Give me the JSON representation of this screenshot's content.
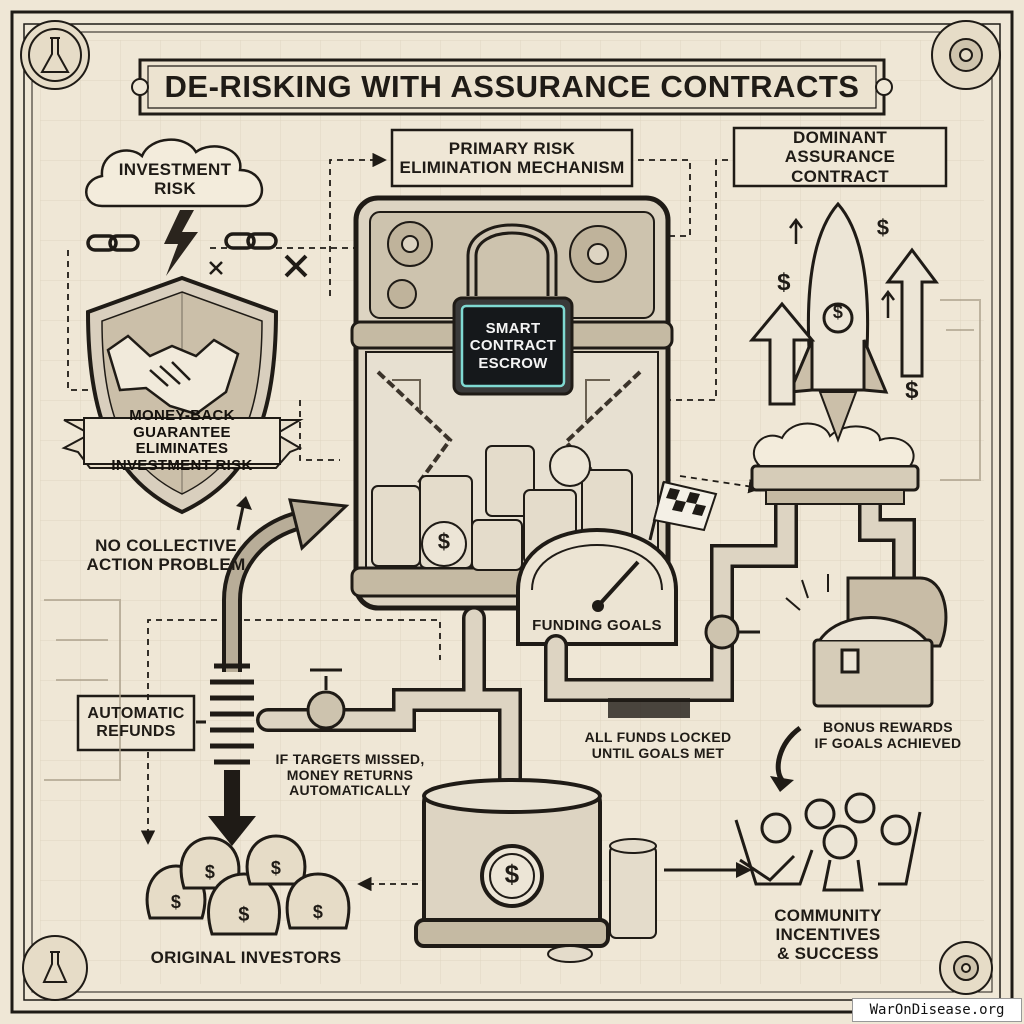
{
  "title": "DE-RISKING WITH ASSURANCE CONTRACTS",
  "labels": {
    "investment_risk": "INVESTMENT\nRISK",
    "primary_risk": "PRIMARY RISK\nELIMINATION MECHANISM",
    "dominant_assurance": "DOMINANT\nASSURANCE CONTRACT",
    "smart_contract_escrow": "SMART\nCONTRACT\nESCROW",
    "money_back_guarantee": "MONEY-BACK GUARANTEE\nELIMINATES INVESTMENT RISK",
    "no_collective_action": "NO COLLECTIVE\nACTION PROBLEM",
    "funding_goals": "FUNDING GOALS",
    "automatic_refunds": "AUTOMATIC\nREFUNDS",
    "targets_missed": "IF TARGETS MISSED,\nMONEY RETURNS\nAUTOMATICALLY",
    "all_funds_locked": "ALL FUNDS LOCKED\nUNTIL GOALS MET",
    "bonus_rewards": "BONUS REWARDS\nIF GOALS ACHIEVED",
    "original_investors": "ORIGINAL INVESTORS",
    "community_incentives": "COMMUNITY\nINCENTIVES\n& SUCCESS"
  },
  "watermark": "WarOnDisease.org",
  "icons": {
    "currency_symbol": "$",
    "block_mark": "✕"
  },
  "colors": {
    "paper": "#efe7d6",
    "ink": "#1f1b16",
    "shield_fill": "#d9cfbe",
    "screen": "#15181b",
    "screen_glow": "#7fd9d2"
  }
}
